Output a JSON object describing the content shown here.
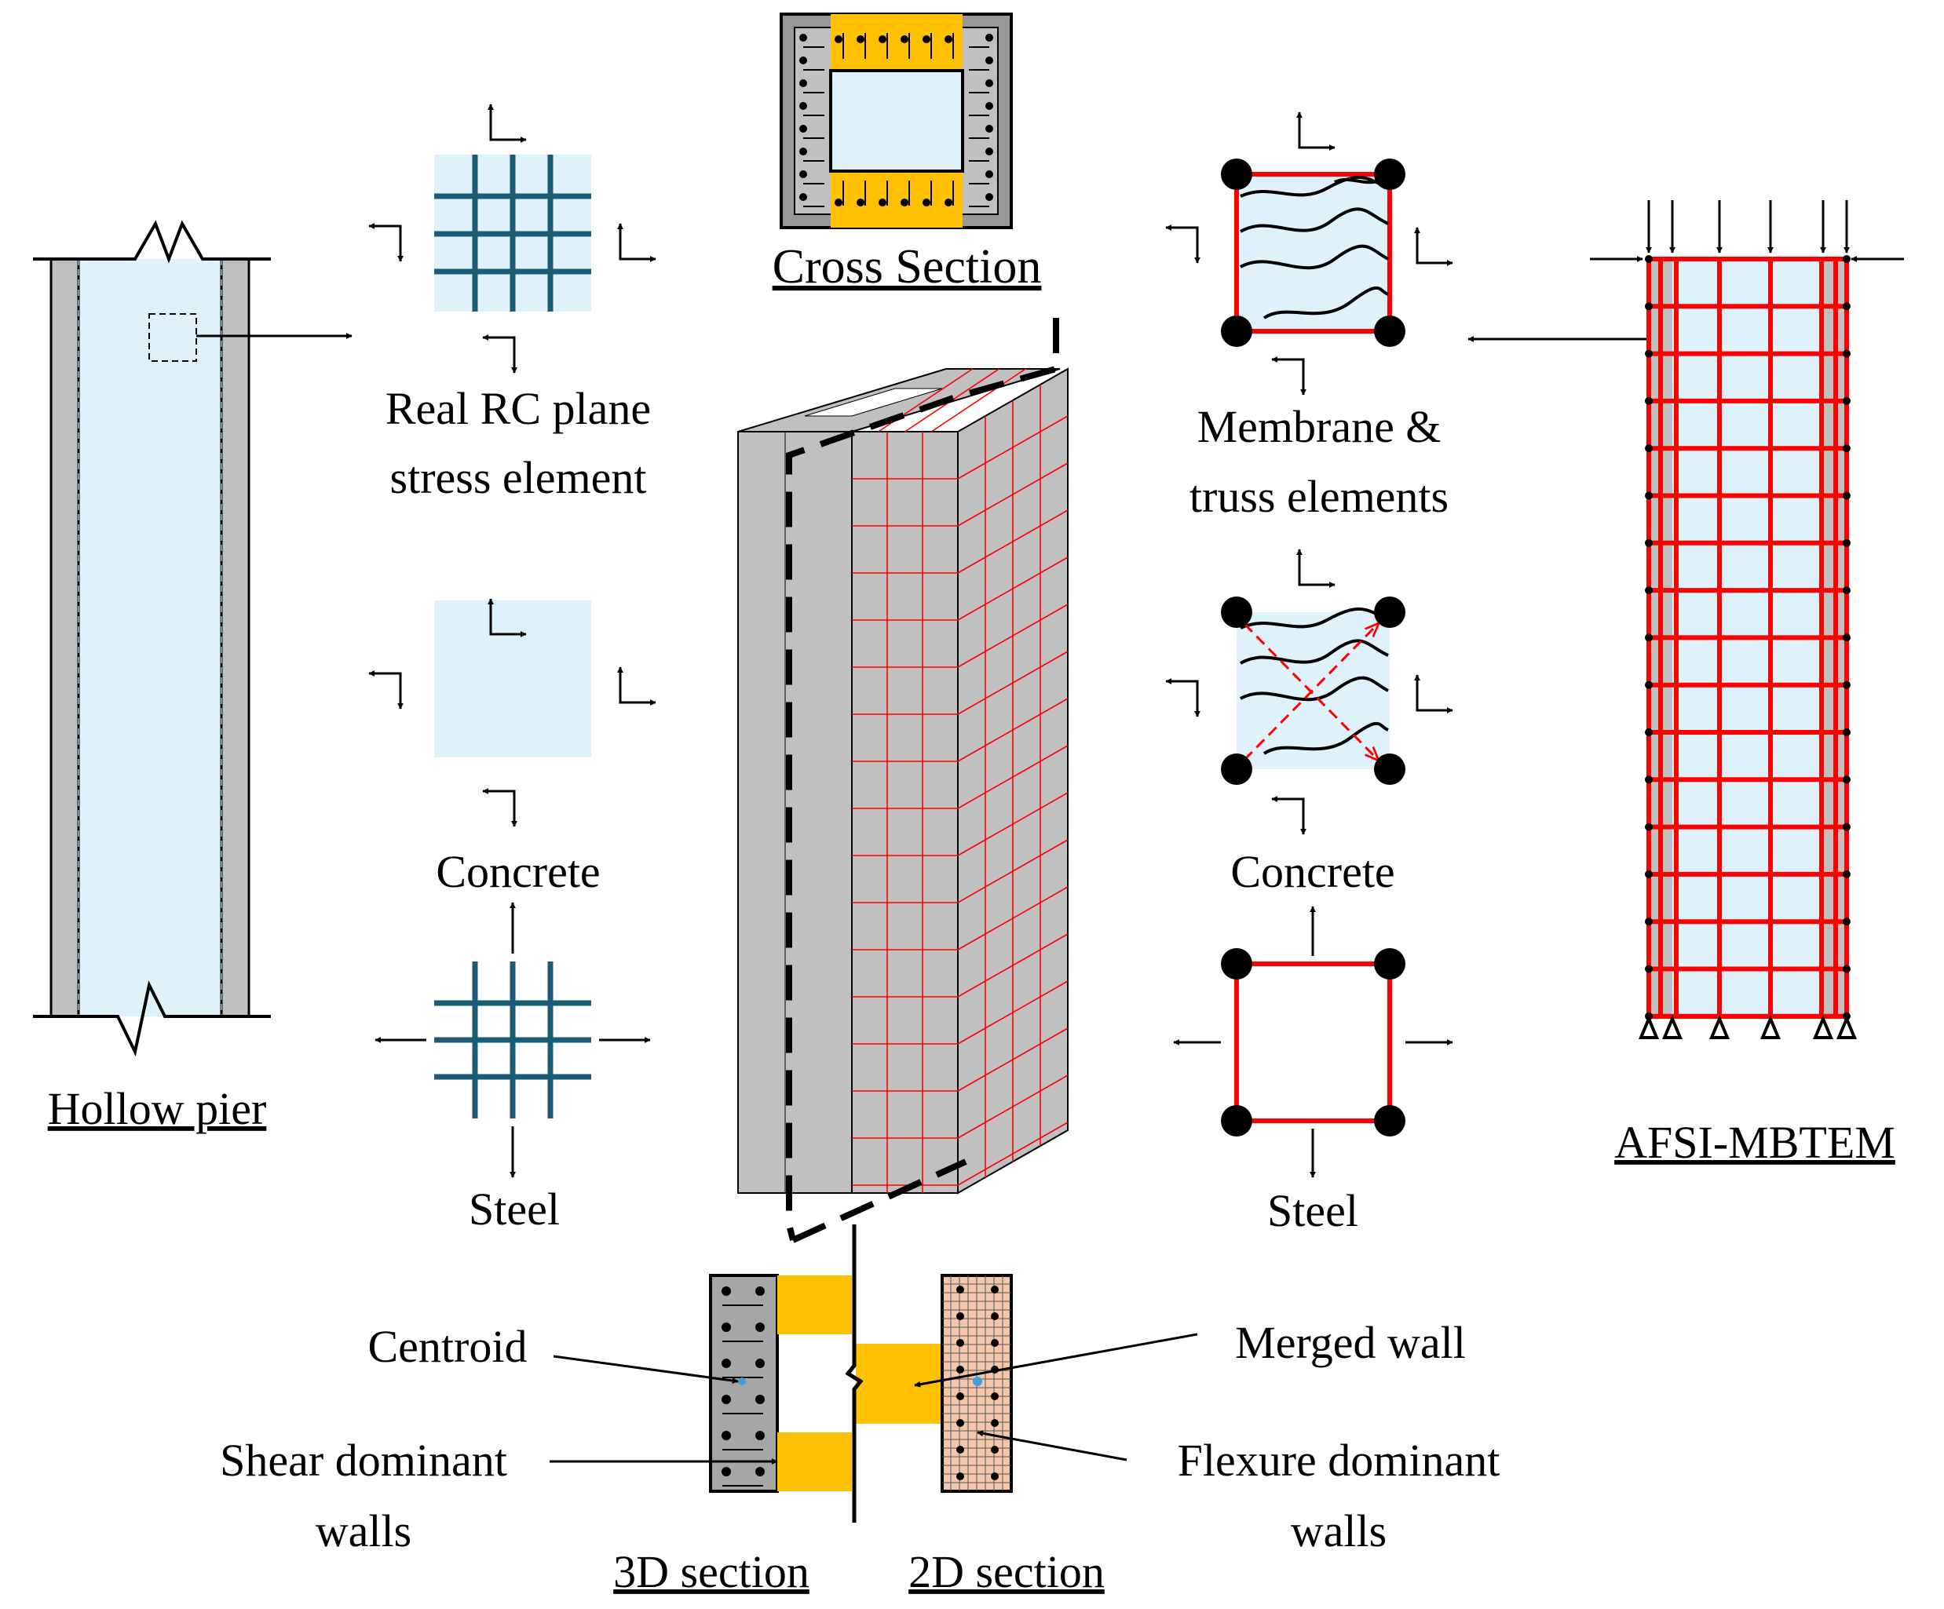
{
  "labels": {
    "hollow_pier": "Hollow pier",
    "real_rc_line1": "Real RC plane",
    "real_rc_line2": "stress element",
    "concrete_left": "Concrete",
    "steel_left": "Steel",
    "cross_section": "Cross Section",
    "membrane_line1": "Membrane &",
    "membrane_line2": "truss elements",
    "concrete_right": "Concrete",
    "steel_right": "Steel",
    "afsi": "AFSI-MBTEM",
    "centroid": "Centroid",
    "shear_line1": "Shear dominant",
    "shear_line2": "walls",
    "section_3d": "3D section",
    "section_2d": "2D section",
    "merged_wall": "Merged wall",
    "flexure_line1": "Flexure dominant",
    "flexure_line2": "walls"
  },
  "colors": {
    "light_blue": "#dff1fb",
    "grey": "#c0c0c0",
    "dark_grey": "#9a9a9a",
    "steel_blue": "#1a5c78",
    "red": "#ff0000",
    "gold": "#ffc000",
    "peach": "#f4c6aa",
    "black": "#000000"
  }
}
